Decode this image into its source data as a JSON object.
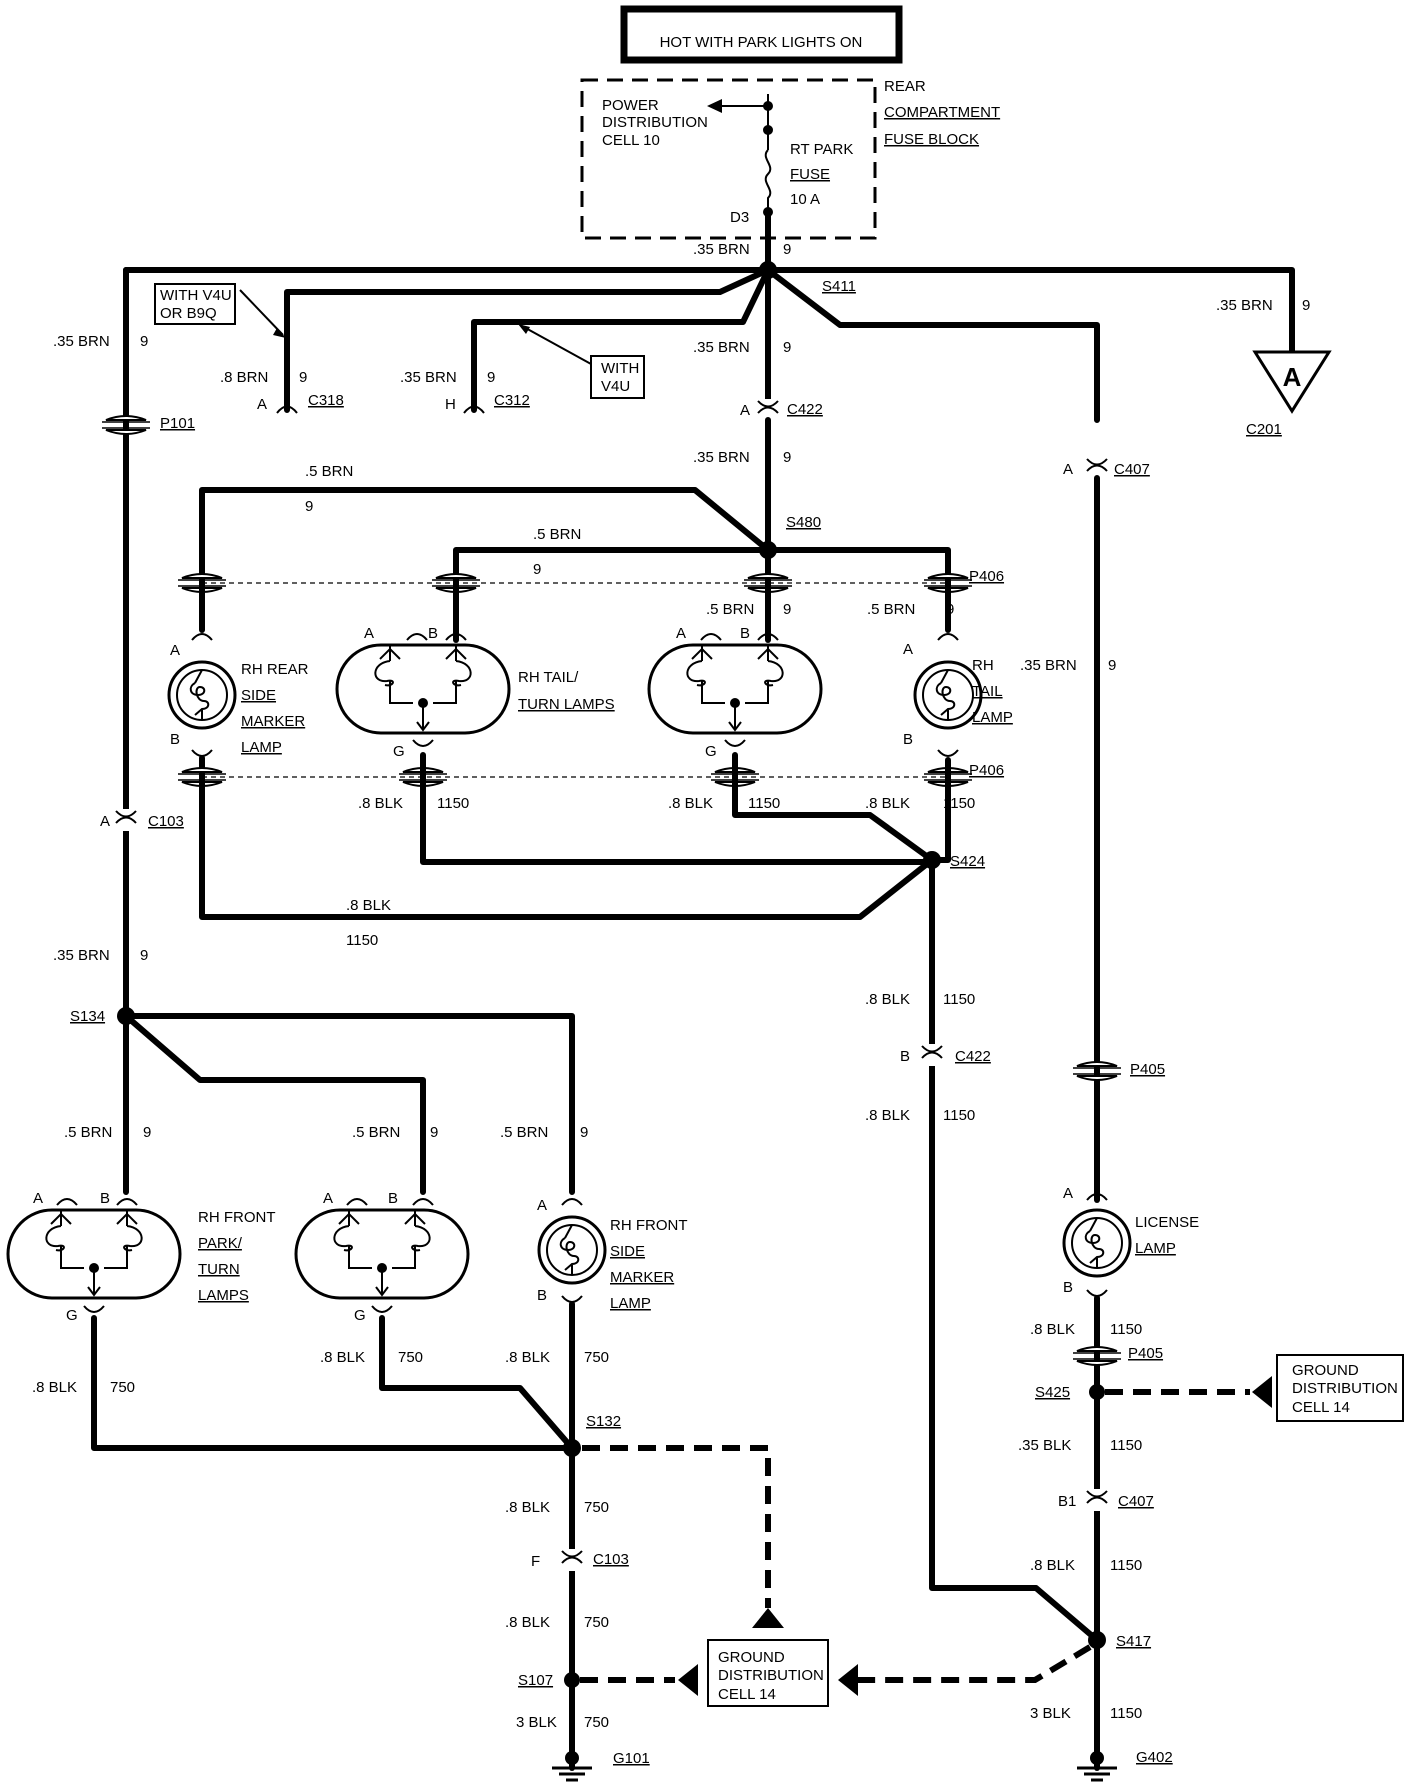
{
  "title": "HOT WITH PARK LIGHTS ON",
  "fuse_block": {
    "name_lines": [
      "REAR",
      "COMPARTMENT",
      "FUSE BLOCK"
    ],
    "power_lines": [
      "POWER",
      "DISTRIBUTION",
      "CELL 10"
    ],
    "fuse_lines": [
      "RT PARK",
      "FUSE",
      "10 A"
    ],
    "terminal": "D3"
  },
  "notes": {
    "v4u_b9q": [
      "WITH V4U",
      "OR B9Q"
    ],
    "v4u": [
      "WITH",
      "V4U"
    ]
  },
  "ground_cell_lines": [
    "GROUND",
    "DISTRIBUTION",
    "CELL 14"
  ],
  "offpage_connector": "A",
  "splices": [
    "S411",
    "S480",
    "S424",
    "S134",
    "S132",
    "S107",
    "S417",
    "S425"
  ],
  "connectors": {
    "C318": "C318",
    "C312": "C312",
    "C422": "C422",
    "C407": "C407",
    "C201": "C201",
    "P101": "P101",
    "P406": "P406",
    "C103": "C103",
    "P405": "P405",
    "G101": "G101",
    "G402": "G402"
  },
  "pins": {
    "A": "A",
    "B": "B",
    "G": "G",
    "H": "H",
    "F": "F",
    "B1": "B1"
  },
  "wires": {
    "brn035": ".35 BRN",
    "brn05": ".5 BRN",
    "brn08": ".8 BRN",
    "blk08": ".8 BLK",
    "blk035": ".35 BLK",
    "blk3": "3 BLK",
    "c9": "9",
    "c1150": "1150",
    "c750": "750"
  },
  "lamps": {
    "rh_rear_side_marker": [
      "RH REAR",
      "SIDE",
      "MARKER",
      "LAMP"
    ],
    "rh_tail_turn": [
      "RH TAIL/",
      "TURN LAMPS"
    ],
    "rh_tail": [
      "RH",
      "TAIL",
      "LAMP"
    ],
    "rh_front_park_turn": [
      "RH FRONT",
      "PARK/",
      "TURN",
      "LAMPS"
    ],
    "rh_front_side_marker": [
      "RH FRONT",
      "SIDE",
      "MARKER",
      "LAMP"
    ],
    "license": [
      "LICENSE",
      "LAMP"
    ]
  }
}
